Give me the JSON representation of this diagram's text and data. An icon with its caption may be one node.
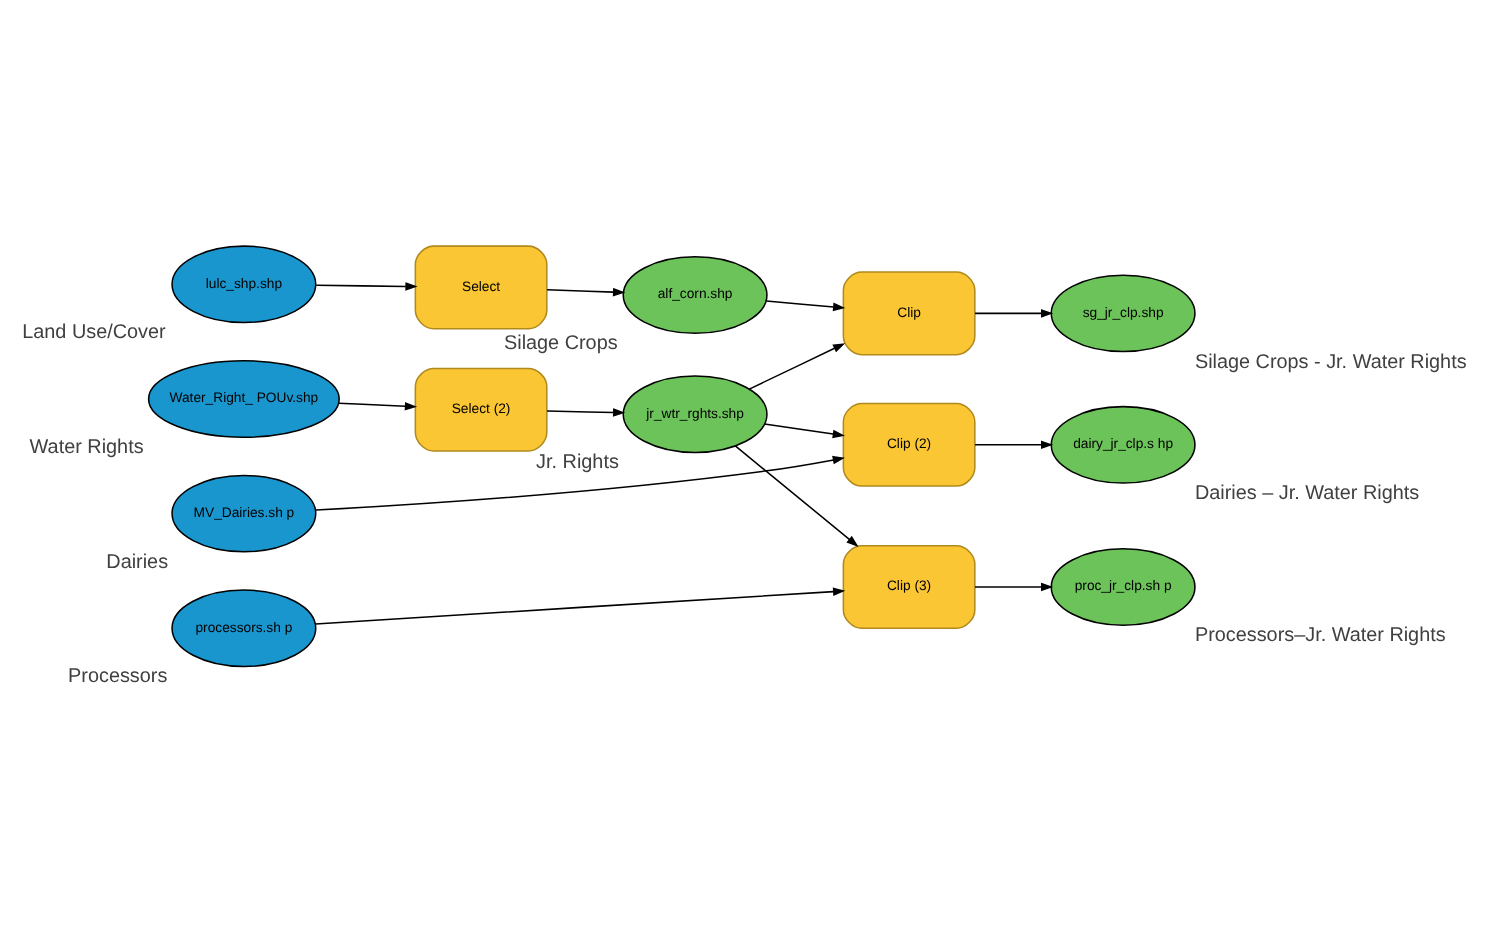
{
  "diagram": {
    "nodes": [
      {
        "text": [
          "Land Use/Cover",
          "lulc_shp.shp"
        ]
      },
      {
        "text": [
          "Select"
        ]
      },
      {
        "text": [
          "Silage Crops",
          "alf_corn.shp"
        ]
      },
      {
        "text": [
          "Water Rights",
          "Water_Right_ POUv.shp"
        ]
      },
      {
        "text": [
          "Select (2)"
        ]
      },
      {
        "text": [
          "Jr. Rights",
          "jr_wtr_rghts.shp"
        ]
      },
      {
        "text": [
          "Clip"
        ]
      },
      {
        "text": [
          "Silage Crops - Jr. Water Rights",
          "sg_jr_clp.shp"
        ]
      },
      {
        "text": [
          "Dairies",
          "MV_Dairies.sh p"
        ]
      },
      {
        "text": [
          "Clip (2)"
        ]
      },
      {
        "text": [
          "Dairies – Jr. Water Rights",
          "dairy_jr_clp.s hp"
        ]
      },
      {
        "text": [
          "Processors",
          "processors.sh p"
        ]
      },
      {
        "text": [
          "Clip (3)"
        ]
      },
      {
        "text": [
          "Processors–Jr. Water Rights",
          "proc_jr_clp.sh p"
        ]
      }
    ],
    "edges": [
      {
        "from": 0,
        "to": 1,
        "arrow": "to"
      },
      {
        "from": 1,
        "to": 2,
        "arrow": "to"
      },
      {
        "from": 2,
        "to": 6,
        "arrow": "to"
      },
      {
        "from": 5,
        "to": 6,
        "arrow": "to"
      },
      {
        "from": 6,
        "to": 7,
        "arrow": "to"
      },
      {
        "from": 3,
        "to": 4,
        "arrow": "to"
      },
      {
        "from": 4,
        "to": 5,
        "arrow": "to"
      },
      {
        "from": 5,
        "to": 9,
        "arrow": "to"
      },
      {
        "from": 8,
        "to": 9,
        "arrow": "to"
      },
      {
        "from": 9,
        "to": 10,
        "arrow": "to"
      },
      {
        "from": 5,
        "to": 12,
        "arrow": "to"
      },
      {
        "from": 11,
        "to": 12,
        "arrow": "to"
      },
      {
        "from": 12,
        "to": 13,
        "arrow": "to"
      }
    ]
  }
}
